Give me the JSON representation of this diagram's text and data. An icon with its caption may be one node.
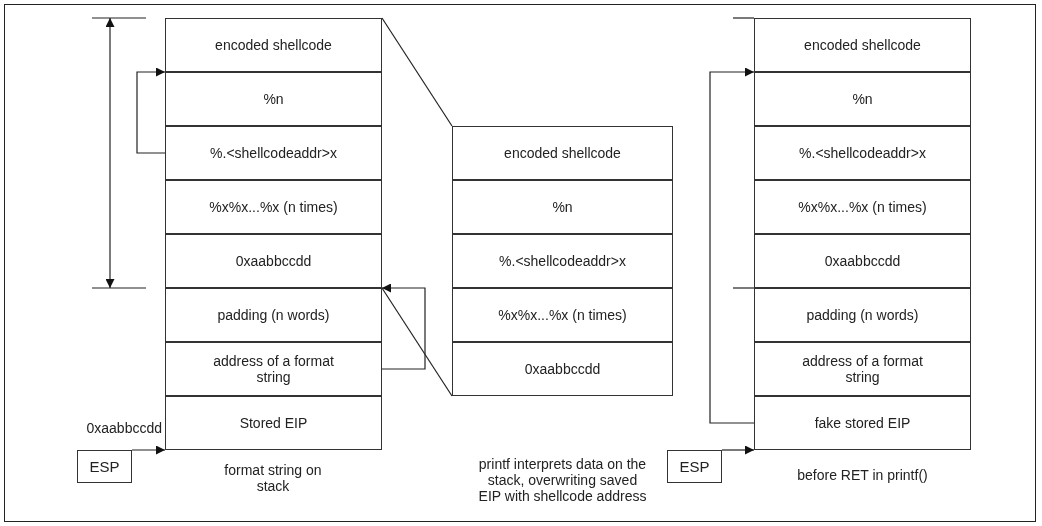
{
  "diagram": {
    "nodes": [
      {
        "text": [
          "encoded shellcode"
        ]
      },
      {
        "text": [
          "%n"
        ]
      },
      {
        "text": [
          "%.<shellcodeaddr>x"
        ]
      },
      {
        "text": [
          "%x%x...%x (n times)"
        ]
      },
      {
        "text": [
          "0xaabbccdd"
        ]
      },
      {
        "text": [
          "padding (n words)"
        ]
      },
      {
        "text": [
          "address of a format string"
        ]
      },
      {
        "text": [
          "Stored EIP"
        ]
      },
      {
        "text": [
          "ESP"
        ]
      },
      {
        "text": [
          "encoded shellcode"
        ]
      },
      {
        "text": [
          "%n"
        ]
      },
      {
        "text": [
          "%.<shellcodeaddr>x"
        ]
      },
      {
        "text": [
          "%x%x...%x (n times)"
        ]
      },
      {
        "text": [
          "0xaabbccdd"
        ]
      },
      {
        "text": [
          "encoded shellcode"
        ]
      },
      {
        "text": [
          "%n"
        ]
      },
      {
        "text": [
          "%.<shellcodeaddr>x"
        ]
      },
      {
        "text": [
          "%x%x...%x (n times)"
        ]
      },
      {
        "text": [
          "0xaabbccdd"
        ]
      },
      {
        "text": [
          "padding (n words)"
        ]
      },
      {
        "text": [
          "address of a format string"
        ]
      },
      {
        "text": [
          "fake stored EIP"
        ]
      },
      {
        "text": [
          "ESP"
        ]
      }
    ],
    "edges": [
      {
        "from": 2,
        "to": 1,
        "arrow": "to"
      },
      {
        "from": 6,
        "to": 5,
        "arrow": "to"
      },
      {
        "from": 8,
        "to": 7,
        "arrow": "to"
      },
      {
        "from": 0,
        "to": 9,
        "arrow": "none"
      },
      {
        "from": 4,
        "to": 13,
        "arrow": "none"
      },
      {
        "from": 21,
        "to": 15,
        "arrow": "to"
      },
      {
        "from": 22,
        "to": 21,
        "arrow": "to"
      }
    ],
    "labels": [
      "0xaabbccdd",
      "format string on stack",
      "printf interprets data on the stack, overwriting saved EIP with shellcode address",
      "before RET in printf()"
    ]
  }
}
